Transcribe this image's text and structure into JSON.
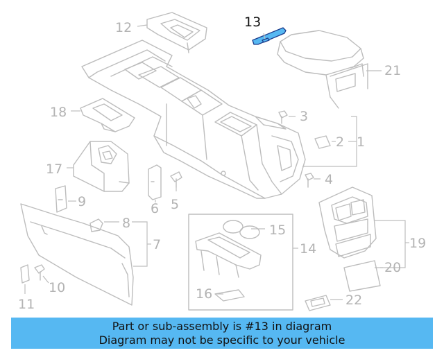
{
  "highlight_color": "#56b8f2",
  "highlighted_part": "13",
  "callouts": [
    "1",
    "2",
    "3",
    "4",
    "5",
    "6",
    "7",
    "8",
    "9",
    "10",
    "11",
    "12",
    "13",
    "14",
    "15",
    "16",
    "17",
    "18",
    "19",
    "20",
    "21",
    "22"
  ],
  "banner": {
    "line1": "Part or sub-assembly is #13 in diagram",
    "line2": "Diagram may not be specific to your vehicle"
  }
}
